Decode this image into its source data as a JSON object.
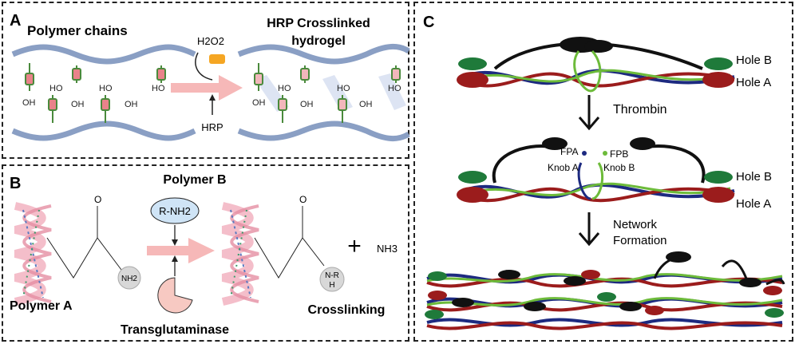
{
  "panelA": {
    "letter": "A",
    "left_title": "Polymer chains",
    "right_title_line1": "HRP Crosslinked",
    "right_title_line2": "hydrogel",
    "reagent_top": "H2O2",
    "reagent_bottom": "HRP",
    "group_label": "OH",
    "group_label_alt": "HO"
  },
  "panelB": {
    "letter": "B",
    "polymer_b": "Polymer B",
    "reagent": "R-NH2",
    "polymer_a": "Polymer A",
    "enzyme": "Transglutaminase",
    "crosslinking": "Crosslinking",
    "nh2": "NH2",
    "nr": "N-R",
    "h": "H",
    "plus": "+",
    "nh3": "NH3",
    "o": "O"
  },
  "panelC": {
    "letter": "C",
    "hole_b": "Hole B",
    "hole_a": "Hole A",
    "step1": "Thrombin",
    "fpa": "FPA",
    "fpb": "FPB",
    "knob_a": "Knob A",
    "knob_b": "Knob B",
    "step2_line1": "Network",
    "step2_line2": "Formation"
  },
  "colors": {
    "chain": "#8a9fc4",
    "link": "#e9828a",
    "stem": "#4a8a3c",
    "arrow": "#f6b8b8",
    "navy": "#1d2a80",
    "green": "#6dbb3a",
    "red": "#9b1c1c",
    "darkgreen": "#1f7a3a",
    "black": "#111111"
  }
}
